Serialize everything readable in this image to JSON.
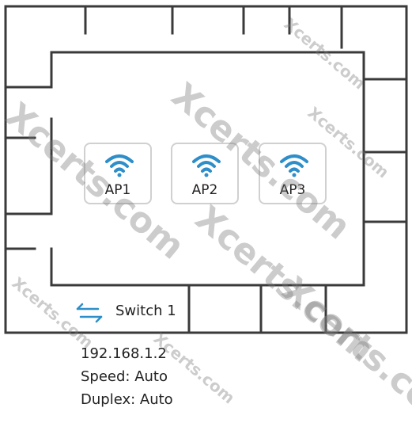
{
  "access_points": [
    {
      "label": "AP1",
      "icon": "wifi-icon"
    },
    {
      "label": "AP2",
      "icon": "wifi-icon"
    },
    {
      "label": "AP3",
      "icon": "wifi-icon"
    }
  ],
  "switch": {
    "label": "Switch 1",
    "icon": "switch-arrows-icon",
    "ip": "192.168.1.2",
    "speed": "Speed: Auto",
    "duplex": "Duplex: Auto"
  },
  "watermark": "Xcerts.com",
  "colors": {
    "wifi": "#2e8ec9",
    "wall": "#3a3a3a",
    "box_border": "#d0d0d0"
  }
}
